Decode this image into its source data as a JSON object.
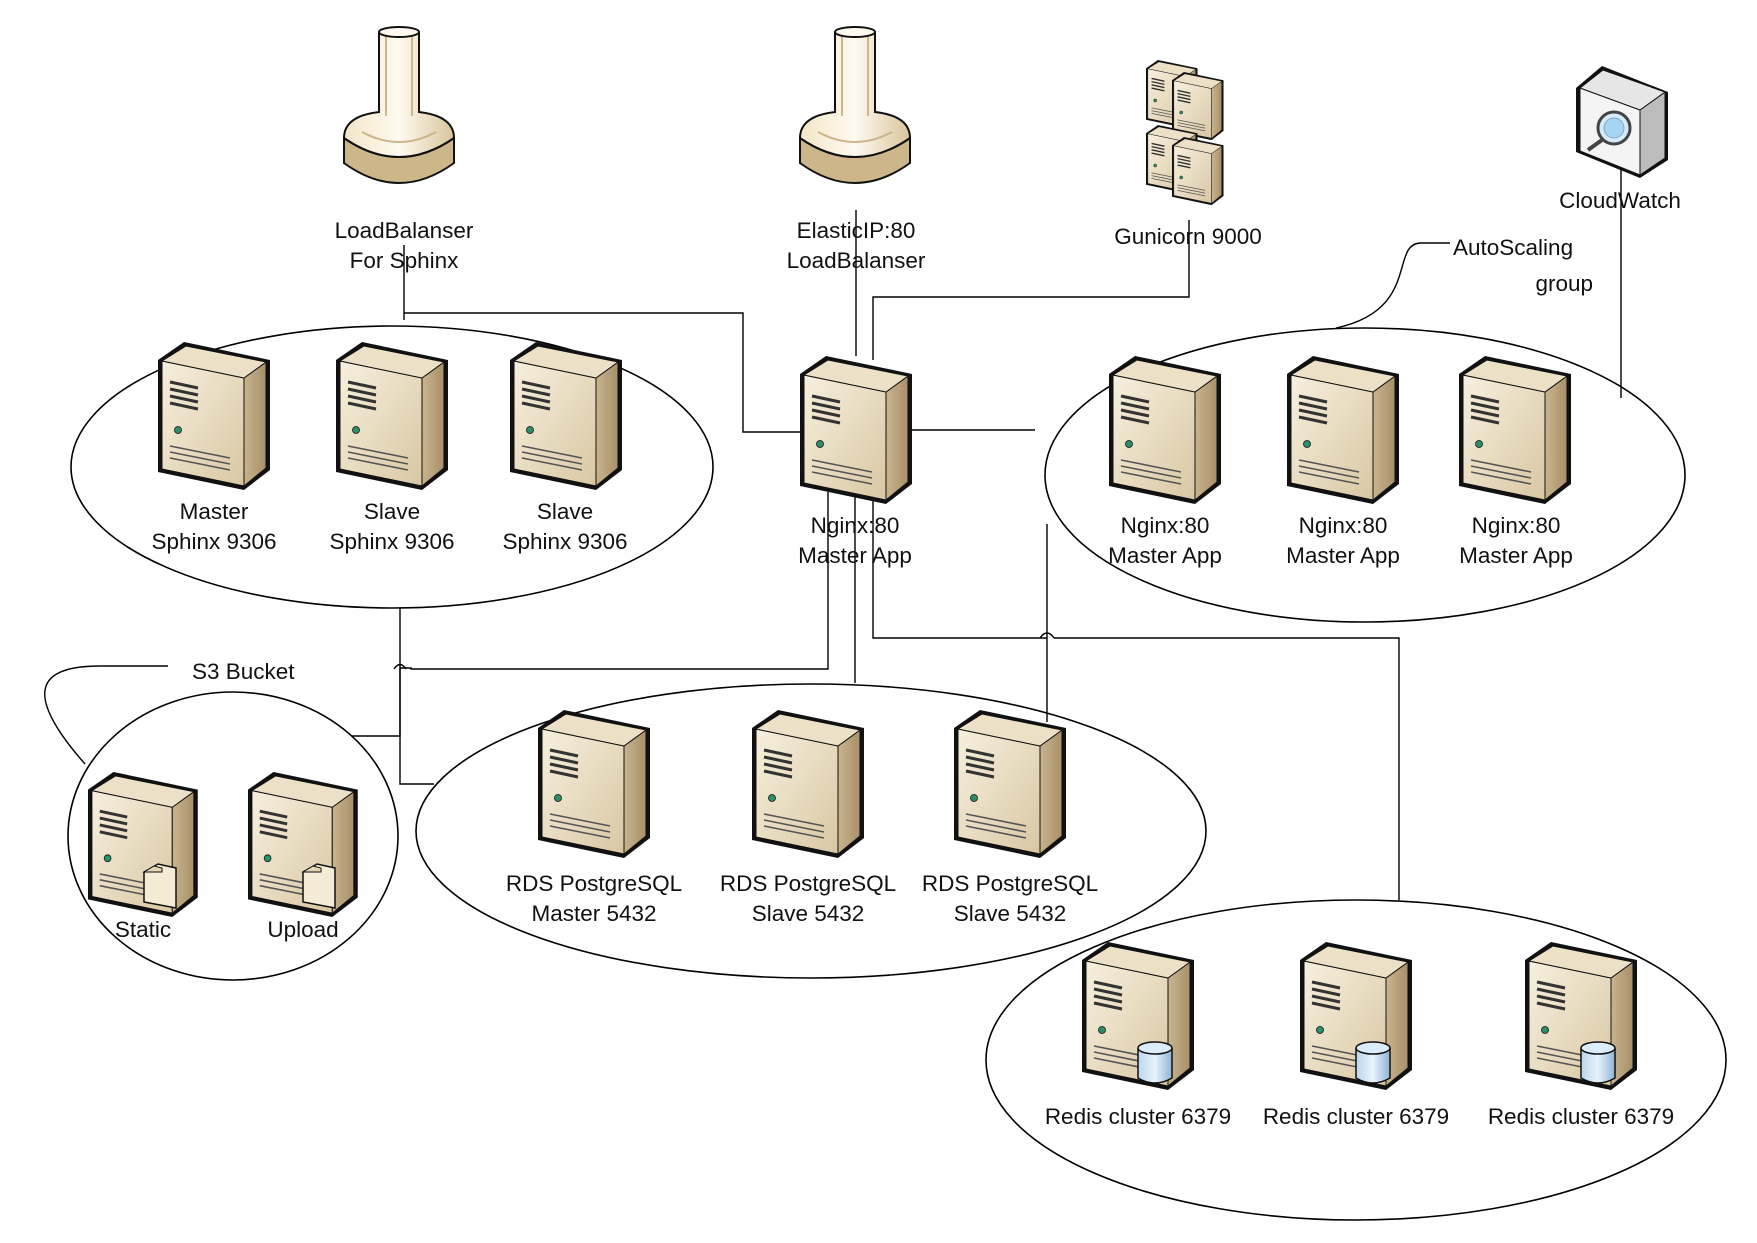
{
  "colors": {
    "server_front": "#f1e6cc",
    "server_side": "#c7b18c",
    "server_top": "#e8dcc0",
    "outline": "#111111",
    "db_blue": "#9ec3e0"
  },
  "nodes": {
    "lb_sphinx": {
      "line1": "LoadBalanser",
      "line2": "For Sphinx",
      "icon": "load-balancer-icon"
    },
    "lb_app": {
      "line1": "ElasticIP:80",
      "line2": "LoadBalanser",
      "icon": "load-balancer-icon"
    },
    "gunicorn": {
      "line1": "Gunicorn 9000",
      "icon": "server-cluster-icon"
    },
    "cloudwatch": {
      "line1": "CloudWatch",
      "icon": "cloudwatch-icon"
    },
    "master_app": {
      "line1": "Nginx:80",
      "line2": "Master App",
      "icon": "server-icon"
    },
    "sphinx_master": {
      "line1": "Master",
      "line2": "Sphinx 9306",
      "icon": "server-icon"
    },
    "sphinx_slave_1": {
      "line1": "Slave",
      "line2": "Sphinx 9306",
      "icon": "server-icon"
    },
    "sphinx_slave_2": {
      "line1": "Slave",
      "line2": "Sphinx 9306",
      "icon": "server-icon"
    },
    "asg_app_1": {
      "line1": "Nginx:80",
      "line2": "Master App",
      "icon": "server-icon"
    },
    "asg_app_2": {
      "line1": "Nginx:80",
      "line2": "Master App",
      "icon": "server-icon"
    },
    "asg_app_3": {
      "line1": "Nginx:80",
      "line2": "Master App",
      "icon": "server-icon"
    },
    "s3_static": {
      "line1": "Static",
      "icon": "file-server-icon"
    },
    "s3_upload": {
      "line1": "Upload",
      "icon": "file-server-icon"
    },
    "rds_master": {
      "line1": "RDS PostgreSQL",
      "line2": "Master 5432",
      "icon": "server-icon"
    },
    "rds_slave_1": {
      "line1": "RDS PostgreSQL",
      "line2": "Slave 5432",
      "icon": "server-icon"
    },
    "rds_slave_2": {
      "line1": "RDS PostgreSQL",
      "line2": "Slave 5432",
      "icon": "server-icon"
    },
    "redis_1": {
      "line1": "Redis cluster 6379",
      "icon": "database-server-icon"
    },
    "redis_2": {
      "line1": "Redis cluster 6379",
      "icon": "database-server-icon"
    },
    "redis_3": {
      "line1": "Redis cluster 6379",
      "icon": "database-server-icon"
    }
  },
  "groups": {
    "autoscaling": {
      "line1": "AutoScaling",
      "line2": "group"
    },
    "s3": {
      "line1": "S3 Bucket"
    }
  }
}
